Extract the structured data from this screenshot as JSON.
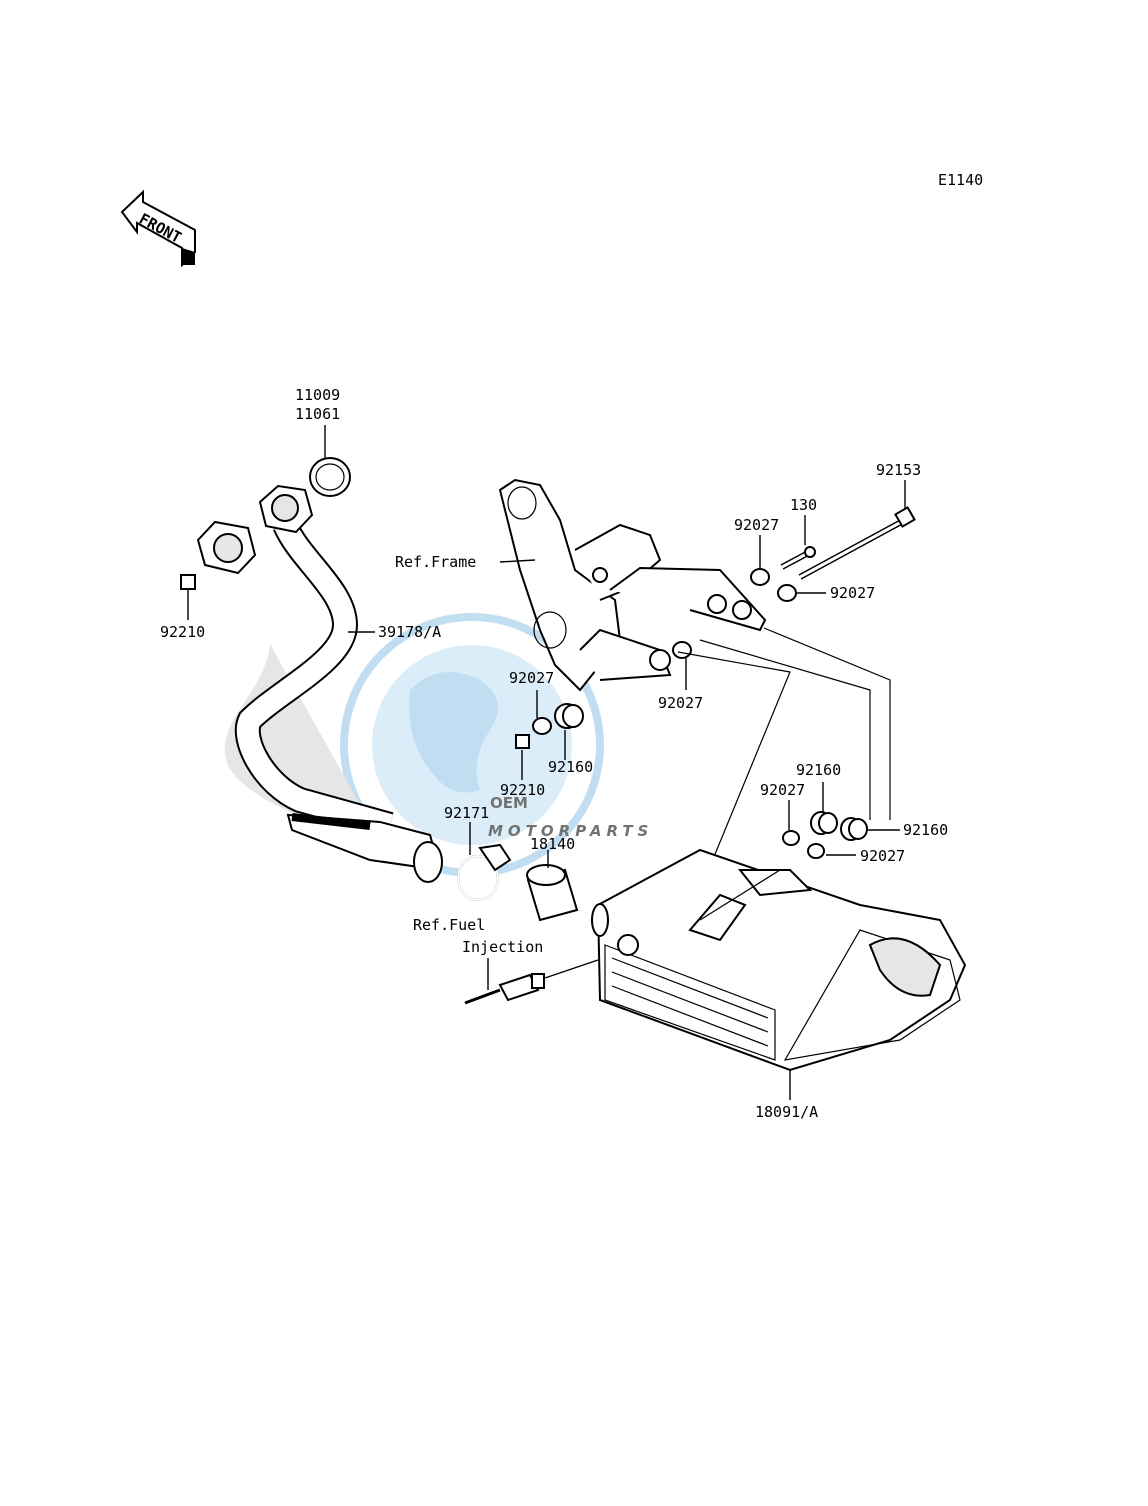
{
  "diagram": {
    "code": "E1140",
    "front_label": "FRONT",
    "watermark": {
      "brand": "OEM",
      "sub": "MOTORPARTS",
      "color": "#8fc3e6",
      "text_color": "#9a9a9a"
    },
    "labels": {
      "p11009": "11009",
      "p11061": "11061",
      "p92210_left": "92210",
      "p39178": "39178/A",
      "ref_frame": "Ref.Frame",
      "p92153": "92153",
      "p130": "130",
      "p92027_top": "92027",
      "p92027_right": "92027",
      "p92027_mid_left": "92027",
      "p92027_mid_right": "92027",
      "p92160_mid": "92160",
      "p92210_mid": "92210",
      "p92171": "92171",
      "p18140": "18140",
      "p92160_r1": "92160",
      "p92027_r1": "92027",
      "p92160_r2": "92160",
      "p92027_r2": "92027",
      "ref_fuel_1": "Ref.Fuel",
      "ref_fuel_2": "Injection",
      "p18091": "18091/A"
    }
  }
}
